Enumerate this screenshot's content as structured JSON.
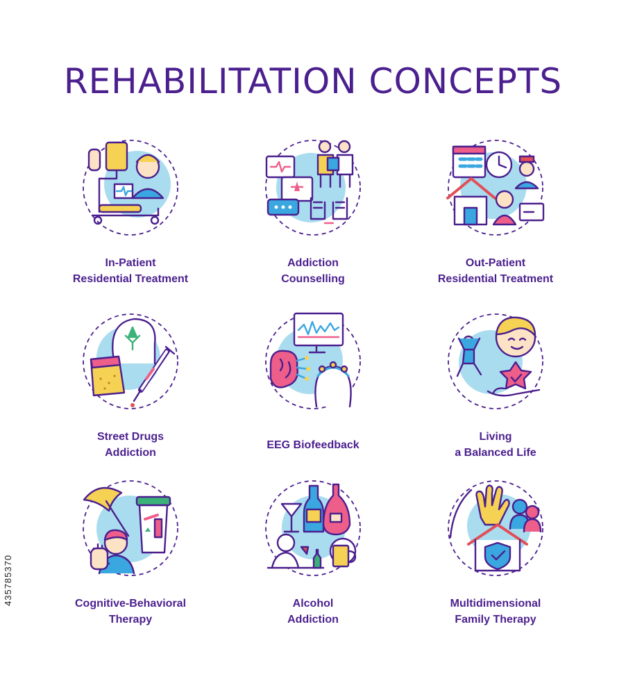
{
  "title": "REHABILITATION CONCEPTS",
  "stock_id": "435785370",
  "colors": {
    "title": "#4b1f8e",
    "outline": "#4b1f8e",
    "blue_bg": "#a9dcef",
    "yellow": "#f6d254",
    "pink": "#ee5e8a",
    "blue": "#3aa7e0",
    "green": "#3bb27a",
    "skin": "#fde3c6",
    "red": "#e34e57"
  },
  "concepts": [
    {
      "lines": [
        "In-Patient",
        "Residential Treatment"
      ],
      "icon": "hospital-bed-icon"
    },
    {
      "lines": [
        "Addiction",
        "Counselling"
      ],
      "icon": "counselling-chat-icon"
    },
    {
      "lines": [
        "Out-Patient",
        "Residential Treatment"
      ],
      "icon": "calendar-clock-doctor-icon"
    },
    {
      "lines": [
        "Street Drugs",
        "Addiction"
      ],
      "icon": "syringe-cannabis-icon"
    },
    {
      "lines": [
        "EEG Biofeedback"
      ],
      "icon": "eeg-monitor-brain-icon"
    },
    {
      "lines": [
        "Living",
        "a Balanced Life"
      ],
      "icon": "happy-person-star-icon"
    },
    {
      "lines": [
        "Cognitive-Behavioral",
        "Therapy"
      ],
      "icon": "umbrella-stop-hand-icon"
    },
    {
      "lines": [
        "Alcohol",
        "Addiction"
      ],
      "icon": "bottles-glass-icon"
    },
    {
      "lines": [
        "Multidimensional",
        "Family Therapy"
      ],
      "icon": "family-house-shield-icon"
    }
  ]
}
